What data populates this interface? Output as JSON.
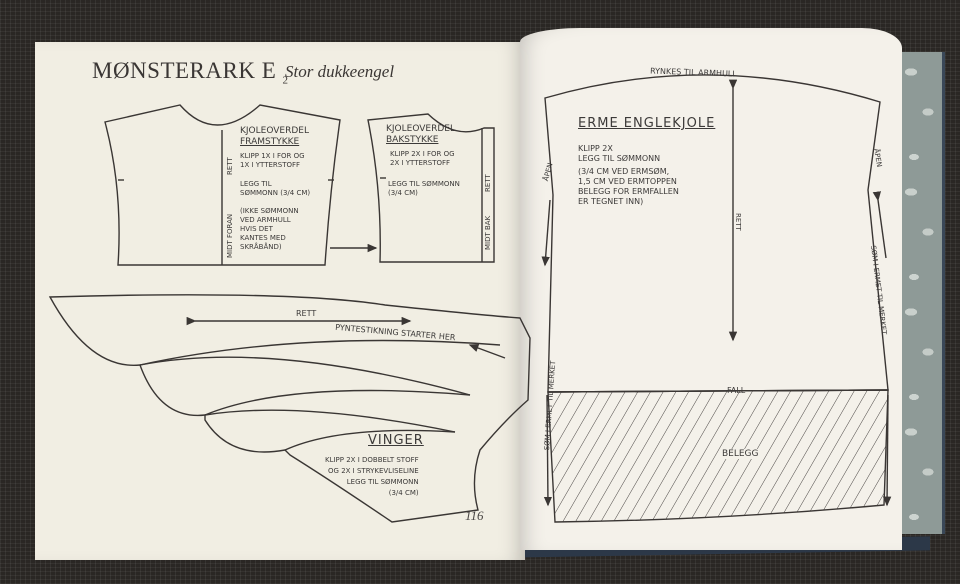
{
  "header": {
    "title": "MØNSTERARK E",
    "title_subscript": "2",
    "subtitle": "Stor dukkeengel"
  },
  "left_page": {
    "bodice_front": {
      "heading": "KJOLEOVERDEL",
      "subheading": "FRAMSTYKKE",
      "cut": "KLIPP 1X I FOR OG\n1X I YTTERSTOFF",
      "seam": "LEGG TIL\nSØMMONN (3/4 CM)",
      "note": "(IKKE SØMMONN\nVED ARMHULL\nHVIS DET\nKANTES MED\nSKRÅBÅND)",
      "center_label": "MIDT FORAN",
      "grain_label": "RETT"
    },
    "bodice_back": {
      "heading": "KJOLEOVERDEL",
      "subheading": "BAKSTYKKE",
      "cut": "KLIPP 2X I FOR OG\n2X I YTTERSTOFF",
      "seam": "LEGG TIL SØMMONN\n(3/4 CM)",
      "center_label": "MIDT BAK",
      "grain_label": "RETT"
    },
    "wings": {
      "grain_label": "RETT",
      "stitch_label": "PYNTESTIKNING STARTER HER",
      "heading": "VINGER",
      "instructions": "KLIPP 2X I DOBBELT STOFF\nOG 2X I STRYKEVLISELINE\nLEGG TIL SØMMONN\n(3/4 CM)"
    },
    "page_number": "116"
  },
  "right_page": {
    "sleeve": {
      "gather_label": "RYNKES TIL ARMHULL",
      "heading": "ERME ENGLEKJOLE",
      "cut": "KLIPP 2X\nLEGG TIL SØMMONN",
      "note": "(3/4 CM VED ERMSØM,\n1,5 CM VED ERMTOPPEN\nBELEGG FOR ERMFALLEN\nER TEGNET INN)",
      "grain_label": "RETT",
      "open_left": "ÅPEN",
      "open_right": "ÅPEN",
      "seam_left": "SØM I ERMET TIL MERKET",
      "seam_right": "SØM I ERMET TIL MERKET",
      "fold_label": "FALL",
      "facing_label": "BELEGG"
    }
  }
}
